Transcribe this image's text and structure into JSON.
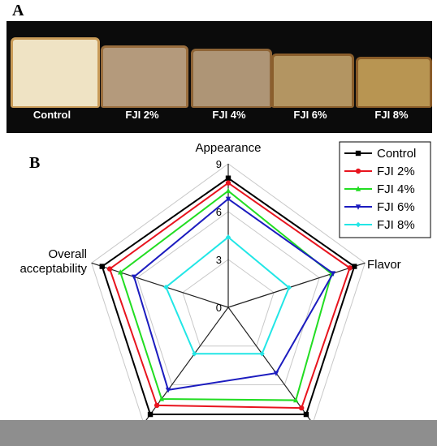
{
  "panel_a": {
    "letter": "A",
    "labels": [
      "Control",
      "FJI 2%",
      "FJI 4%",
      "FJI 6%",
      "FJI 8%"
    ],
    "crumb_colors": [
      "#efe3c4",
      "#b49a7c",
      "#ae9576",
      "#b39562",
      "#b89552"
    ],
    "crust_colors": [
      "#c99b58",
      "#9a6e3e",
      "#8e6436",
      "#8a5e2c",
      "#8a5c28"
    ]
  },
  "panel_b": {
    "letter": "B"
  },
  "chart_data": {
    "type": "radar",
    "axes": [
      "Appearance",
      "Flavor",
      "",
      "",
      "Overall\nacceptability"
    ],
    "rmax": 9,
    "ticks": [
      0,
      3,
      6,
      9
    ],
    "series": [
      {
        "name": "Control",
        "color": "#000000",
        "marker": "square",
        "values": [
          8.1,
          8.3,
          8.3,
          8.3,
          8.3
        ]
      },
      {
        "name": "FJI 2%",
        "color": "#e8141e",
        "marker": "circle",
        "values": [
          7.8,
          8.0,
          7.8,
          7.6,
          7.8
        ]
      },
      {
        "name": "FJI 4%",
        "color": "#22dd22",
        "marker": "triangle-up",
        "values": [
          7.3,
          6.8,
          7.2,
          7.1,
          7.1
        ]
      },
      {
        "name": "FJI 6%",
        "color": "#1c1cbf",
        "marker": "triangle-down",
        "values": [
          6.8,
          6.9,
          5.1,
          6.4,
          6.2
        ]
      },
      {
        "name": "FJI 8%",
        "color": "#22e6e6",
        "marker": "diamond",
        "values": [
          4.4,
          4.0,
          3.6,
          3.6,
          4.1
        ]
      }
    ],
    "legend_position": "top-right",
    "grid": true
  }
}
